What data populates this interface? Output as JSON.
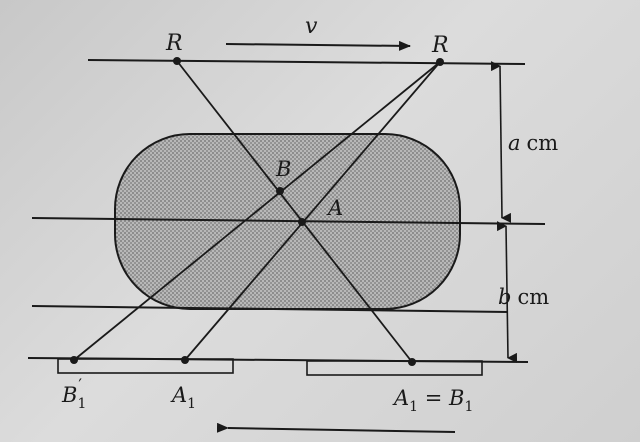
{
  "labels": {
    "source_left": "R",
    "source_right": "R",
    "velocity": "v",
    "point_b": "B",
    "point_a": "A",
    "dim_a_var": "a",
    "dim_a_unit": "cm",
    "dim_b_var": "b",
    "dim_b_unit": "cm",
    "image_b1_prime_base": "B",
    "image_b1_prime_sub": "1",
    "image_b1_prime_mark": "′",
    "image_a1_base": "A",
    "image_a1_sub": "1",
    "image_eq_a": "A",
    "image_eq_a_sub": "1",
    "image_eq_eq": " = ",
    "image_eq_b": "B",
    "image_eq_b_sub": "1"
  },
  "colors": {
    "ink": "#1a1a1a",
    "object_fill": "#9a9a9a",
    "paper": "#d4d4d4"
  }
}
